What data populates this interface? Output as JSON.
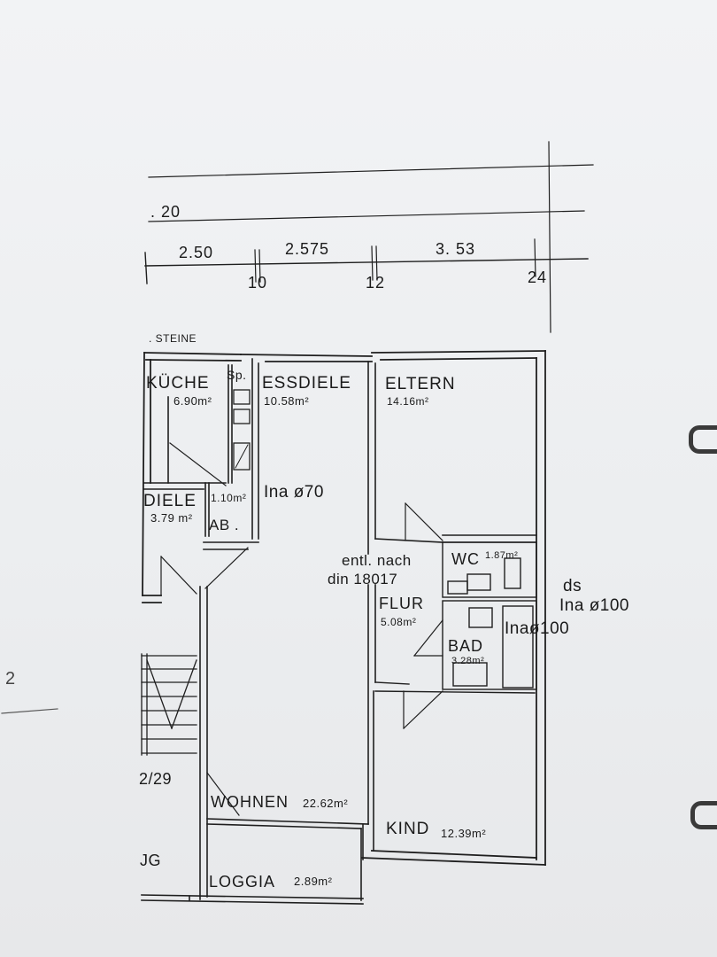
{
  "dimensions": {
    "top_offset": ". 20",
    "span_1": "2.50",
    "span_2": "2.575",
    "span_3": "3. 53",
    "mark_1": "10",
    "mark_2": "12",
    "mark_3": "24"
  },
  "notes": {
    "steine": ". STEINE",
    "ina70": "Ina ø70",
    "entl_line1": "entl. nach",
    "entl_line2": "din 18017",
    "ds": "ds",
    "ina100_a": "Ina ø100",
    "ina100_b": "Inaø100",
    "ab": "AB .",
    "sp": "Sp.",
    "stair_number": "2/29",
    "jg": "JG",
    "margin_mark": "2"
  },
  "rooms": {
    "kueche": {
      "name": "KÜCHE",
      "area": "6.90m²"
    },
    "essdiele": {
      "name": "ESSDIELE",
      "area": "10.58m²"
    },
    "eltern": {
      "name": "ELTERN",
      "area": "14.16m²"
    },
    "diele_small": {
      "area": "1.10m²"
    },
    "diele": {
      "name": "DIELE",
      "area": "3.79 m²"
    },
    "wc": {
      "name": "WC",
      "area": "1.87m²"
    },
    "flur": {
      "name": "FLUR",
      "area": "5.08m²"
    },
    "bad": {
      "name": "BAD",
      "area": "3.28m²"
    },
    "wohnen": {
      "name": "WOHNEN",
      "area": "22.62m²"
    },
    "kind": {
      "name": "KIND",
      "area": "12.39m²"
    },
    "loggia": {
      "name": "LOGGIA",
      "area": "2.89m²"
    }
  }
}
